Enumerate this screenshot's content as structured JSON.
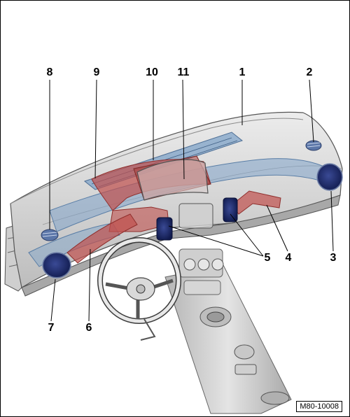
{
  "callouts": {
    "c1": "1",
    "c2": "2",
    "c3": "3",
    "c4": "4",
    "c5": "5",
    "c6": "6",
    "c7": "7",
    "c8": "8",
    "c9": "9",
    "c10": "10",
    "c11": "11"
  },
  "reference_code": "M80-10008",
  "colors": {
    "dash_body": "#dcdcdc",
    "duct_red": "#c0504d",
    "duct_blue": "#7fa3c8",
    "outlet_navy": "#1f2f6e"
  }
}
